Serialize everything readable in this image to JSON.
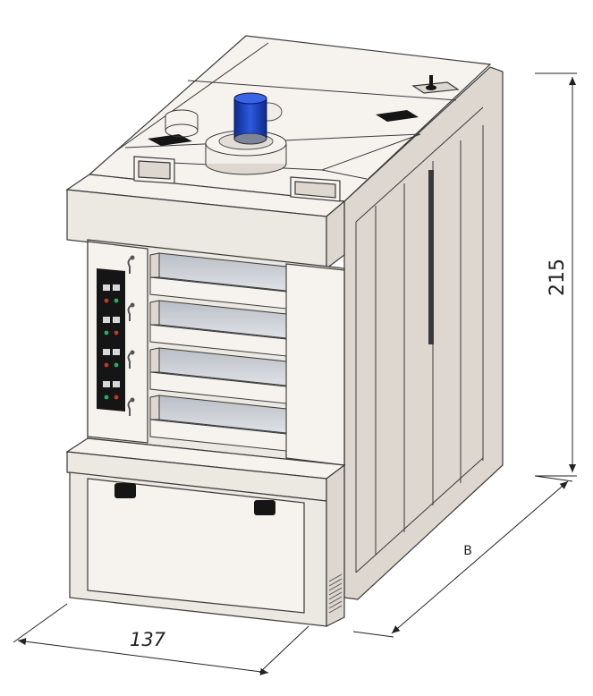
{
  "dimensions": {
    "width_label": "137",
    "height_label": "215",
    "depth_label": "B"
  },
  "colors": {
    "body": "#ece8e2",
    "body_light": "#f6f3ef",
    "body_shade": "#ddd7cf",
    "outline": "#3a3a3a",
    "window": "#c9ccd2",
    "motor": "#1f46c8",
    "panel": "#151515",
    "led_red": "#c0392b",
    "led_green": "#27ae60"
  },
  "oven": {
    "deck_count": 4,
    "handle_count": 4,
    "drawer_handle_count": 2,
    "control_panel_rows": 4
  }
}
